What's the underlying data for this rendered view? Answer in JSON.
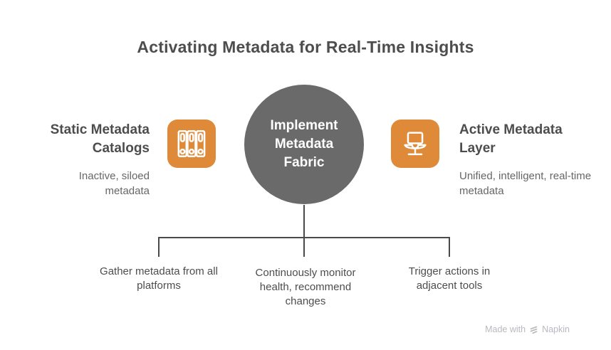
{
  "title": "Activating Metadata for Real-Time Insights",
  "center_node": {
    "label": "Implement Metadata Fabric"
  },
  "left_item": {
    "heading": "Static Metadata Catalogs",
    "subtitle": "Inactive, siloed metadata",
    "icon": "archive-binders-icon"
  },
  "right_item": {
    "heading": "Active Metadata Layer",
    "subtitle": "Unified, intelligent, real-time metadata",
    "icon": "laptop-workspace-icon"
  },
  "steps": [
    {
      "label": "Gather metadata from all platforms"
    },
    {
      "label": "Continuously monitor health, recommend changes"
    },
    {
      "label": "Trigger actions in adjacent tools"
    }
  ],
  "footer": {
    "made_with": "Made with",
    "brand": "Napkin"
  },
  "colors": {
    "accent_orange": "#DE8A38",
    "node_gray": "#6A6A6A",
    "text_dark": "#4D4D4D",
    "text_muted": "#666666",
    "connector": "#4A4A4A",
    "watermark": "#B6BABF"
  }
}
